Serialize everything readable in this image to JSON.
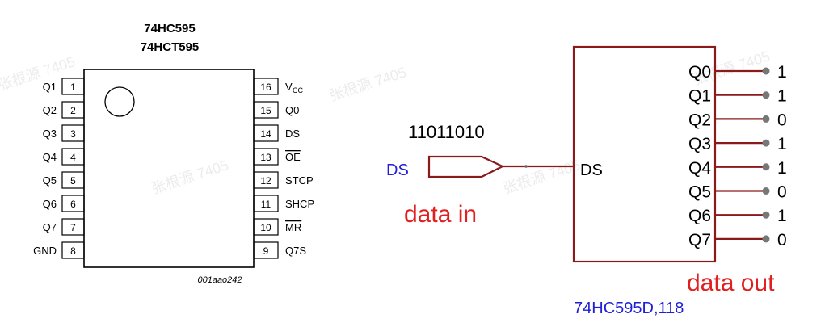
{
  "left_chip": {
    "title_line1": "74HC595",
    "title_line2": "74HCT595",
    "part_code": "001aao242",
    "left_pins": [
      {
        "num": "1",
        "label": "Q1"
      },
      {
        "num": "2",
        "label": "Q2"
      },
      {
        "num": "3",
        "label": "Q3"
      },
      {
        "num": "4",
        "label": "Q4"
      },
      {
        "num": "5",
        "label": "Q5"
      },
      {
        "num": "6",
        "label": "Q6"
      },
      {
        "num": "7",
        "label": "Q7"
      },
      {
        "num": "8",
        "label": "GND"
      }
    ],
    "right_pins": [
      {
        "num": "16",
        "label": "V",
        "sub": "CC",
        "overline": false
      },
      {
        "num": "15",
        "label": "Q0",
        "overline": false
      },
      {
        "num": "14",
        "label": "DS",
        "overline": false
      },
      {
        "num": "13",
        "label": "OE",
        "overline": true
      },
      {
        "num": "12",
        "label": "STCP",
        "overline": false
      },
      {
        "num": "11",
        "label": "SHCP",
        "overline": false
      },
      {
        "num": "10",
        "label": "MR",
        "overline": true
      },
      {
        "num": "9",
        "label": "Q7S",
        "overline": false
      }
    ]
  },
  "right_schematic": {
    "input_bits": "11011010",
    "input_port_label": "DS",
    "data_in_label": "data in",
    "chip_input_label": "DS",
    "part_number": "74HC595D,118",
    "data_out_label": "data out",
    "outputs": [
      {
        "name": "Q0",
        "value": "1"
      },
      {
        "name": "Q1",
        "value": "1"
      },
      {
        "name": "Q2",
        "value": "0"
      },
      {
        "name": "Q3",
        "value": "1"
      },
      {
        "name": "Q4",
        "value": "1"
      },
      {
        "name": "Q5",
        "value": "0"
      },
      {
        "name": "Q6",
        "value": "1"
      },
      {
        "name": "Q7",
        "value": "0"
      }
    ]
  },
  "watermark": "张根源 7405",
  "colors": {
    "wire": "#8b1a1a",
    "label_blue": "#1f1fd6",
    "label_red": "#e02020",
    "ink": "#000000"
  }
}
